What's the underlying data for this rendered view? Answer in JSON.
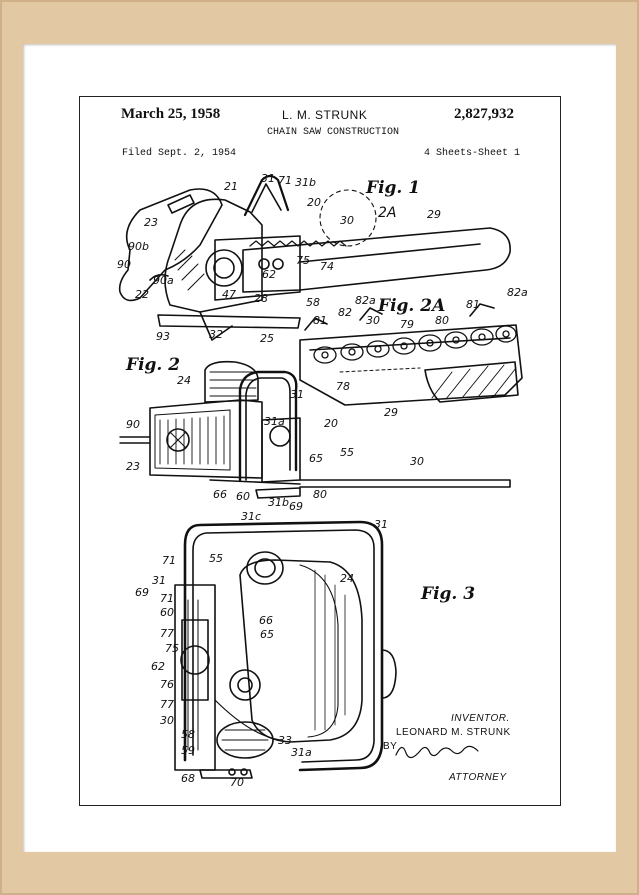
{
  "header": {
    "date": "March 25, 1958",
    "inventor_name": "L. M. STRUNK",
    "patent_number": "2,827,932",
    "subtitle": "CHAIN SAW CONSTRUCTION",
    "filed": "Filed Sept. 2, 1954",
    "sheets": "4 Sheets-Sheet 1"
  },
  "figures": {
    "fig1": "Fig. 1",
    "fig2": "Fig. 2",
    "fig2a": "Fig. 2A",
    "fig3": "Fig. 3"
  },
  "signature": {
    "inventor_label": "INVENTOR.",
    "inventor_name": "LEONARD M. STRUNK",
    "by": "BY",
    "attorney_label": "ATTORNEY"
  },
  "refs": {
    "fig1": [
      "21",
      "31",
      "71",
      "31b",
      "20",
      "30",
      "2A",
      "29",
      "23",
      "90b",
      "90",
      "90a",
      "22",
      "93",
      "32",
      "25",
      "62",
      "75",
      "74",
      "47",
      "28",
      "58"
    ],
    "fig2a": [
      "82a",
      "82",
      "30",
      "79",
      "80",
      "81",
      "82a",
      "81",
      "78",
      "29"
    ],
    "fig2": [
      "24",
      "31",
      "90",
      "20",
      "23",
      "31a",
      "65",
      "55",
      "30",
      "66",
      "60",
      "31b",
      "69",
      "80"
    ],
    "fig3": [
      "31c",
      "31",
      "71",
      "55",
      "31",
      "69",
      "24",
      "71",
      "60",
      "66",
      "77",
      "65",
      "75",
      "62",
      "76",
      "77",
      "30",
      "58",
      "59",
      "68",
      "70",
      "33",
      "31a"
    ]
  },
  "colors": {
    "frame": "#e3c9a3",
    "ink": "#111111",
    "paper": "#ffffff"
  }
}
